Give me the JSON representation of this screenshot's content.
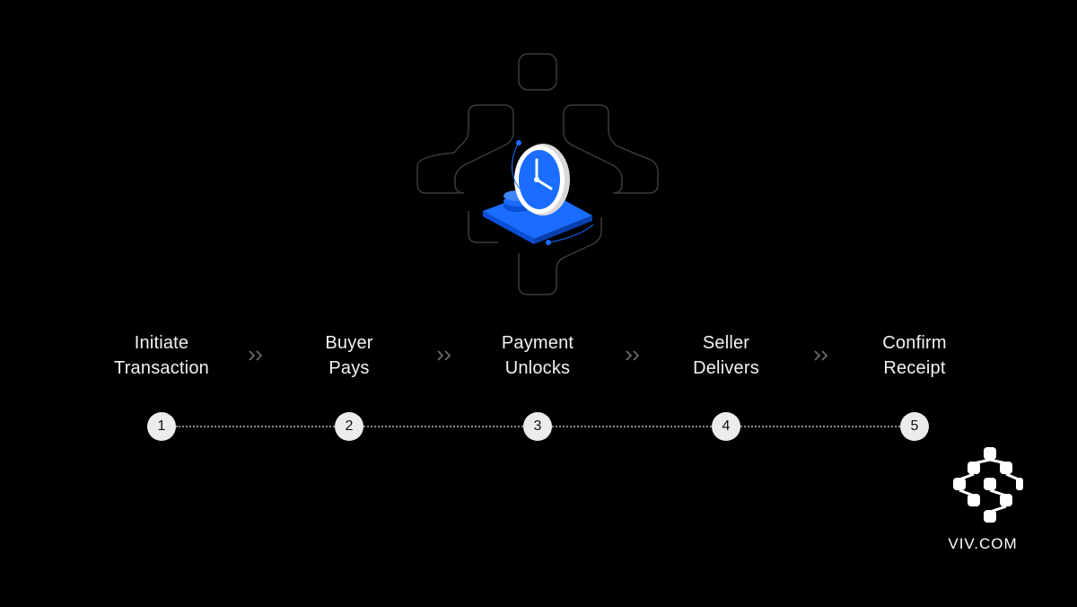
{
  "colors": {
    "background": "#000000",
    "accent_blue": "#1a6dff",
    "node_fill": "#ececec",
    "outline_gray": "#3a3a3a"
  },
  "hero": {
    "icon": "clock-on-platform-icon"
  },
  "steps": [
    {
      "number": "1",
      "line1": "Initiate",
      "line2": "Transaction"
    },
    {
      "number": "2",
      "line1": "Buyer",
      "line2": "Pays"
    },
    {
      "number": "3",
      "line1": "Payment",
      "line2": "Unlocks"
    },
    {
      "number": "4",
      "line1": "Seller",
      "line2": "Delivers"
    },
    {
      "number": "5",
      "line1": "Confirm",
      "line2": "Receipt"
    }
  ],
  "arrow_icon": "double-chevron-right-icon",
  "brand": {
    "logo_icon": "viv-logo-icon",
    "name": "VIV.COM"
  }
}
